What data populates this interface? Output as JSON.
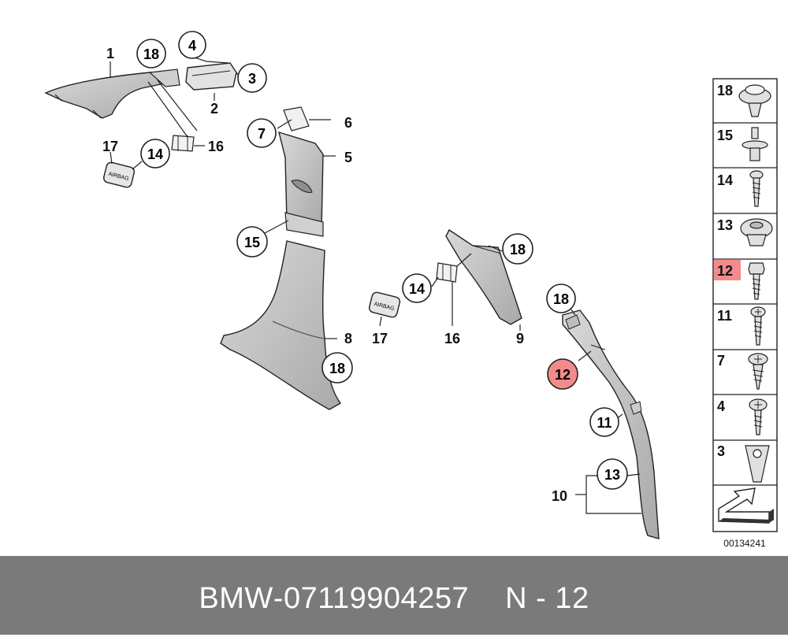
{
  "callouts": {
    "c1": "1",
    "c2": "2",
    "c3": "3",
    "c4": "4",
    "c5": "5",
    "c6": "6",
    "c7": "7",
    "c8": "8",
    "c9": "9",
    "c10": "10",
    "c11": "11",
    "c12": "12",
    "c13": "13",
    "c14a": "14",
    "c14b": "14",
    "c15": "15",
    "c16a": "16",
    "c16b": "16",
    "c17a": "17",
    "c17b": "17",
    "c18a": "18",
    "c18b": "18",
    "c18c": "18",
    "c18d": "18"
  },
  "airbag_label": "AIRBAG",
  "legend": {
    "items": [
      "18",
      "15",
      "14",
      "13",
      "12",
      "11",
      "7",
      "4",
      "3"
    ],
    "highlighted": "12",
    "diagram_number": "00134241"
  },
  "footer": {
    "brand": "BMW",
    "part_number": "07119904257",
    "position": "N - 12"
  },
  "colors": {
    "highlight": "#f28b8b",
    "footer_bg": "#7a7a7a",
    "footer_text": "#ffffff"
  }
}
